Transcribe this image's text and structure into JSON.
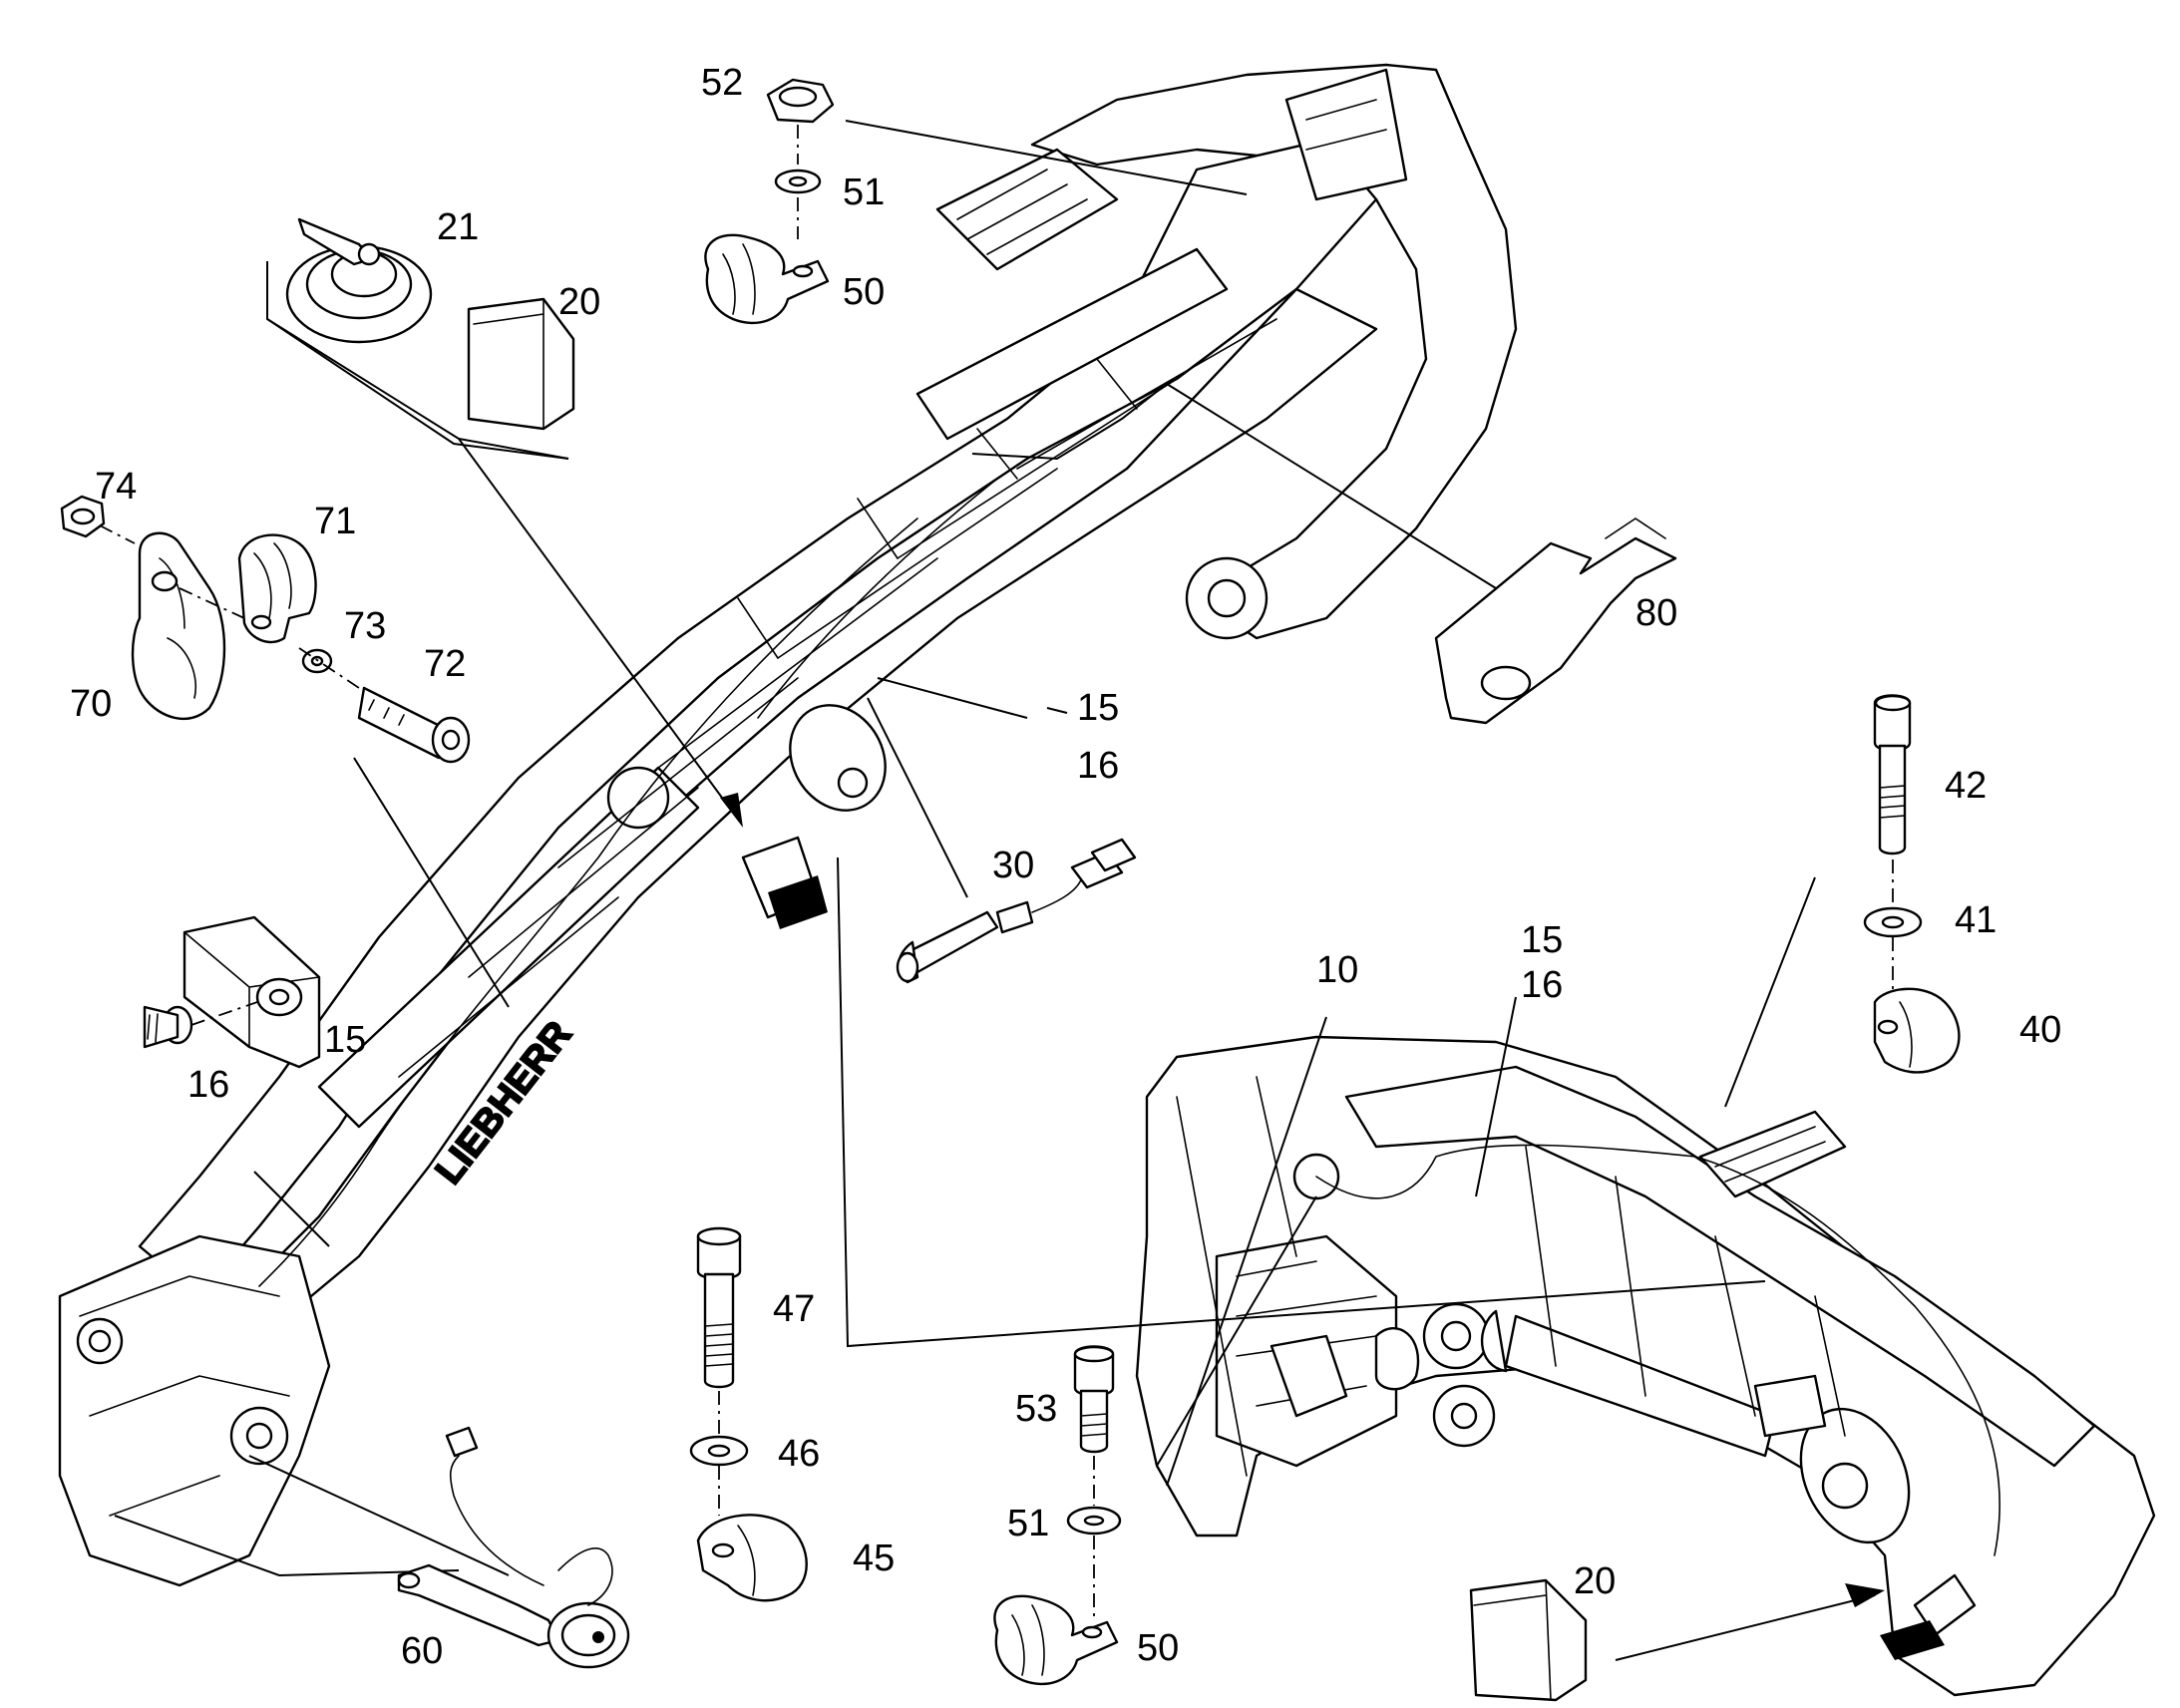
{
  "diagram": {
    "brand_lettering": "LIEBHERR",
    "callouts": {
      "c10": "10",
      "c15a": "15",
      "c15b": "15",
      "c15c": "15",
      "c16a": "16",
      "c16b": "16",
      "c16c": "16",
      "c20a": "20",
      "c20b": "20",
      "c21": "21",
      "c30": "30",
      "c40": "40",
      "c41": "41",
      "c42": "42",
      "c45": "45",
      "c46": "46",
      "c47": "47",
      "c50a": "50",
      "c50b": "50",
      "c51a": "51",
      "c51b": "51",
      "c52": "52",
      "c53": "53",
      "c60": "60",
      "c70": "70",
      "c71": "71",
      "c72": "72",
      "c73": "73",
      "c74": "74",
      "c80": "80"
    }
  }
}
